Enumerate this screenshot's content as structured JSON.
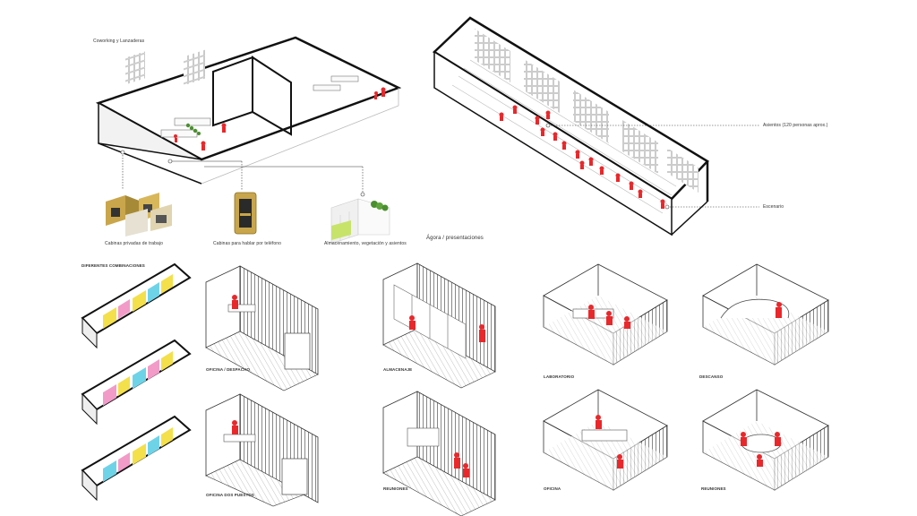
{
  "labels": {
    "coworking": "Coworking y Lanzaderas",
    "cabinas_trabajo": "Cabinas privadas de trabajo",
    "cabinas_telefono": "Cabinas para hablar por teléfono",
    "almacenamiento": "Almacenamiento, vegetación y asientos",
    "asientos": "Asientos (120 personas aprox.)",
    "escenario": "Escenario",
    "agora": "Ágora / presentaciones",
    "diferentes": "DIFERENTES COMBINACIONES",
    "oficina_despacho": "OFICINA / DESPACHO",
    "oficina_dos": "OFICINA DOS PUESTOS",
    "almacenaje": "ALMACENAJE",
    "reuniones_1": "REUNIONES",
    "laboratorio": "LABORATORIO",
    "oficina": "OFICINA",
    "descanso": "DESCANSO",
    "reuniones_2": "REUNIONES"
  },
  "colors": {
    "accent_red": "#e8282b",
    "line": "#1a1a1a",
    "module_yellow": "#f3e04a",
    "module_pink": "#f29bc8",
    "module_cyan": "#6fd3e8",
    "wood": "#c9a64b",
    "plant_green": "#4b8f2f"
  }
}
